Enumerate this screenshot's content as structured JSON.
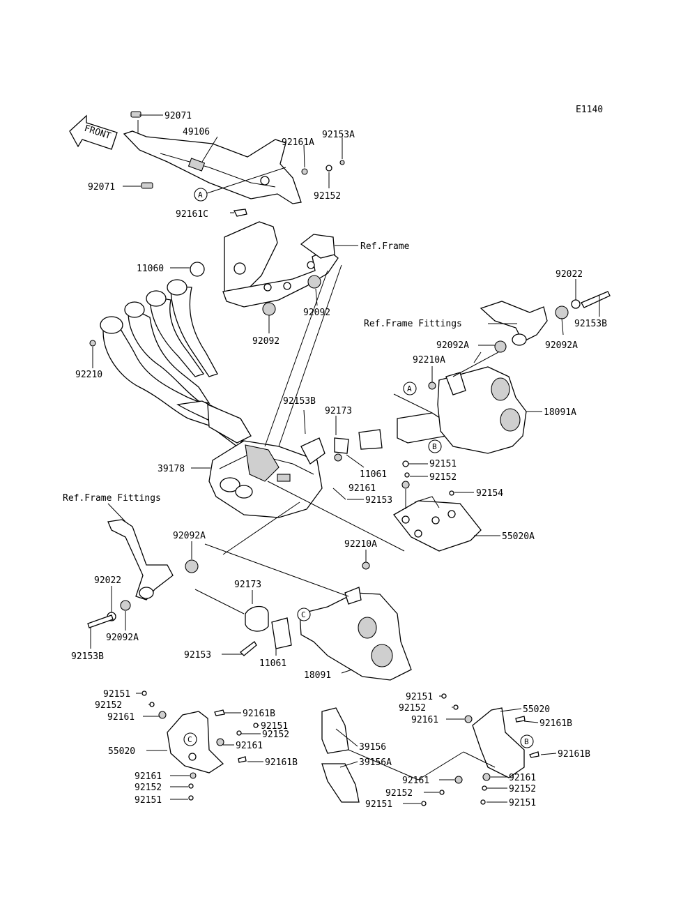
{
  "diagram_code": "E1140",
  "front_arrow_text": "FRONT",
  "reference_letters": [
    "A",
    "B",
    "C"
  ],
  "labels": {
    "p92071_top": "92071",
    "p49106": "49106",
    "p92161A": "92161A",
    "p92153A": "92153A",
    "p92071_left": "92071",
    "p92152_top": "92152",
    "p92161C": "92161C",
    "ref_frame_top": "Ref.Frame",
    "p11060": "11060",
    "p92092_mid": "92092",
    "p92092_low": "92092",
    "p92022_right": "92022",
    "p92153B_right": "92153B",
    "ref_frame_fittings_right": "Ref.Frame Fittings",
    "p92092A_r1": "92092A",
    "p92092A_r2": "92092A",
    "p92210": "92210",
    "p92210A_top": "92210A",
    "p18091A": "18091A",
    "p92153B_mid": "92153B",
    "p92173_top": "92173",
    "p39178": "39178",
    "p11061_top": "11061",
    "p92151_mid": "92151",
    "p92152_mid": "92152",
    "p92161_mid": "92161",
    "p92153_mid": "92153",
    "p92154": "92154",
    "ref_frame_fittings_left": "Ref.Frame Fittings",
    "p55020A": "55020A",
    "p92092A_left": "92092A",
    "p92210A_low": "92210A",
    "p92022_left": "92022",
    "p92173_low": "92173",
    "p92092A_left2": "92092A",
    "p92153B_left": "92153B",
    "p92153_low": "92153",
    "p11061_low": "11061",
    "p18091": "18091",
    "bl_92151_a": "92151",
    "bl_92152_a": "92152",
    "bl_92161_a": "92161",
    "bl_92161B_a": "92161B",
    "bl_92151_b": "92151",
    "bl_92152_b": "92152",
    "bl_55020": "55020",
    "bl_92161_b": "92161",
    "bl_92161B_b": "92161B",
    "bl_92161_c": "92161",
    "bl_92152_c": "92152",
    "bl_92151_c": "92151",
    "br_92151_a": "92151",
    "br_55020": "55020",
    "br_92152_a": "92152",
    "br_92161_a": "92161",
    "br_92161B_a": "92161B",
    "br_39156": "39156",
    "br_39156A": "39156A",
    "br_92161B_b": "92161B",
    "br_92161_b": "92161",
    "br_92161_c": "92161",
    "br_92152_b": "92152",
    "br_92152_c": "92152",
    "br_92151_b": "92151",
    "br_92151_c": "92151"
  }
}
